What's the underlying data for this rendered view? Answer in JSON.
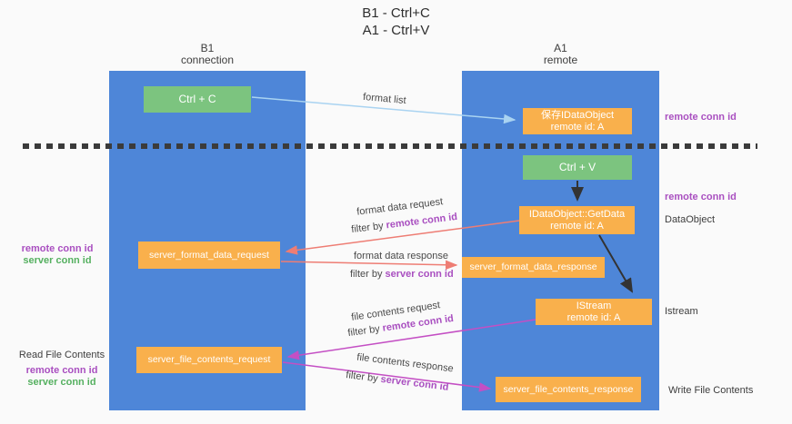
{
  "title": {
    "line1": "B1 - Ctrl+C",
    "line2": "A1 - Ctrl+V"
  },
  "columns": {
    "left": {
      "header_line1": "B1",
      "header_line2": "connection"
    },
    "right": {
      "header_line1": "A1",
      "header_line2": "remote"
    }
  },
  "nodes": {
    "ctrl_c": "Ctrl + C",
    "ctrl_v": "Ctrl + V",
    "save_idataobject": {
      "line1": "保存IDataObject",
      "line2": "remote id: A"
    },
    "getdata": {
      "line1": "IDataObject::GetData",
      "line2": "remote id: A"
    },
    "istream": {
      "line1": "IStream",
      "line2": "remote id: A"
    },
    "server_format_data_request": "server_format_data_request",
    "server_format_data_response": "server_format_data_response",
    "server_file_contents_request": "server_file_contents_request",
    "server_file_contents_response": "server_file_contents_response"
  },
  "side_labels": {
    "right_remote_conn_id_top": "remote conn id",
    "right_remote_conn_id_mid": "remote conn id",
    "dataobject": "DataObject",
    "istream": "Istream",
    "write_file_contents": "Write File Contents",
    "left_remote_conn_id_top": "remote conn id",
    "left_server_conn_id_top": "server conn id",
    "read_file_contents": "Read File Contents",
    "left_remote_conn_id_bottom": "remote conn id",
    "left_server_conn_id_bottom": "server conn id"
  },
  "flow_labels": {
    "format_list": "format list",
    "format_data_request": "format data request",
    "format_data_response": "format data response",
    "file_contents_request": "file contents request",
    "file_contents_response": "file contents response",
    "filter_by": "filter by ",
    "remote_conn_id": "remote conn id",
    "server_conn_id": "server conn id"
  },
  "colors": {
    "background": "#fafafa",
    "lane_blue": "#4e86d8",
    "node_green": "#7cc47f",
    "node_orange": "#f9b04c",
    "arrow_light_blue": "#a9d3f1",
    "arrow_salmon": "#ee7d74",
    "arrow_magenta": "#c44fc4",
    "arrow_black": "#333333",
    "text_purple": "#a94fc0",
    "text_green": "#55b060",
    "text_dark": "#3d3d3d"
  }
}
